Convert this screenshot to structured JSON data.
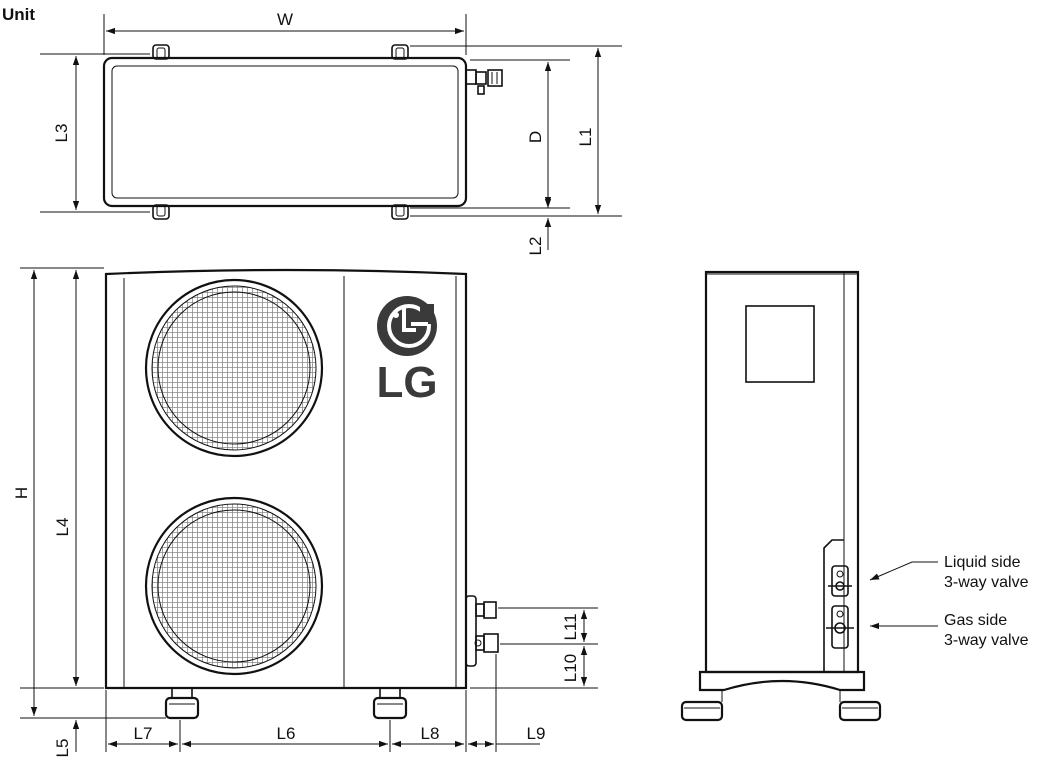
{
  "title": "Unit",
  "dimensions": {
    "w": "W",
    "d": "D",
    "h": "H",
    "l1": "L1",
    "l2": "L2",
    "l3": "L3",
    "l4": "L4",
    "l5": "L5",
    "l6": "L6",
    "l7": "L7",
    "l8": "L8",
    "l9": "L9",
    "l10": "L10",
    "l11": "L11"
  },
  "logo": {
    "text": "LG"
  },
  "callouts": {
    "liquid_line1": "Liquid side",
    "liquid_line2": "3-way valve",
    "gas_line1": "Gas side",
    "gas_line2": "3-way valve"
  },
  "colors": {
    "line": "#111111",
    "logo": "#3a3a3a"
  }
}
